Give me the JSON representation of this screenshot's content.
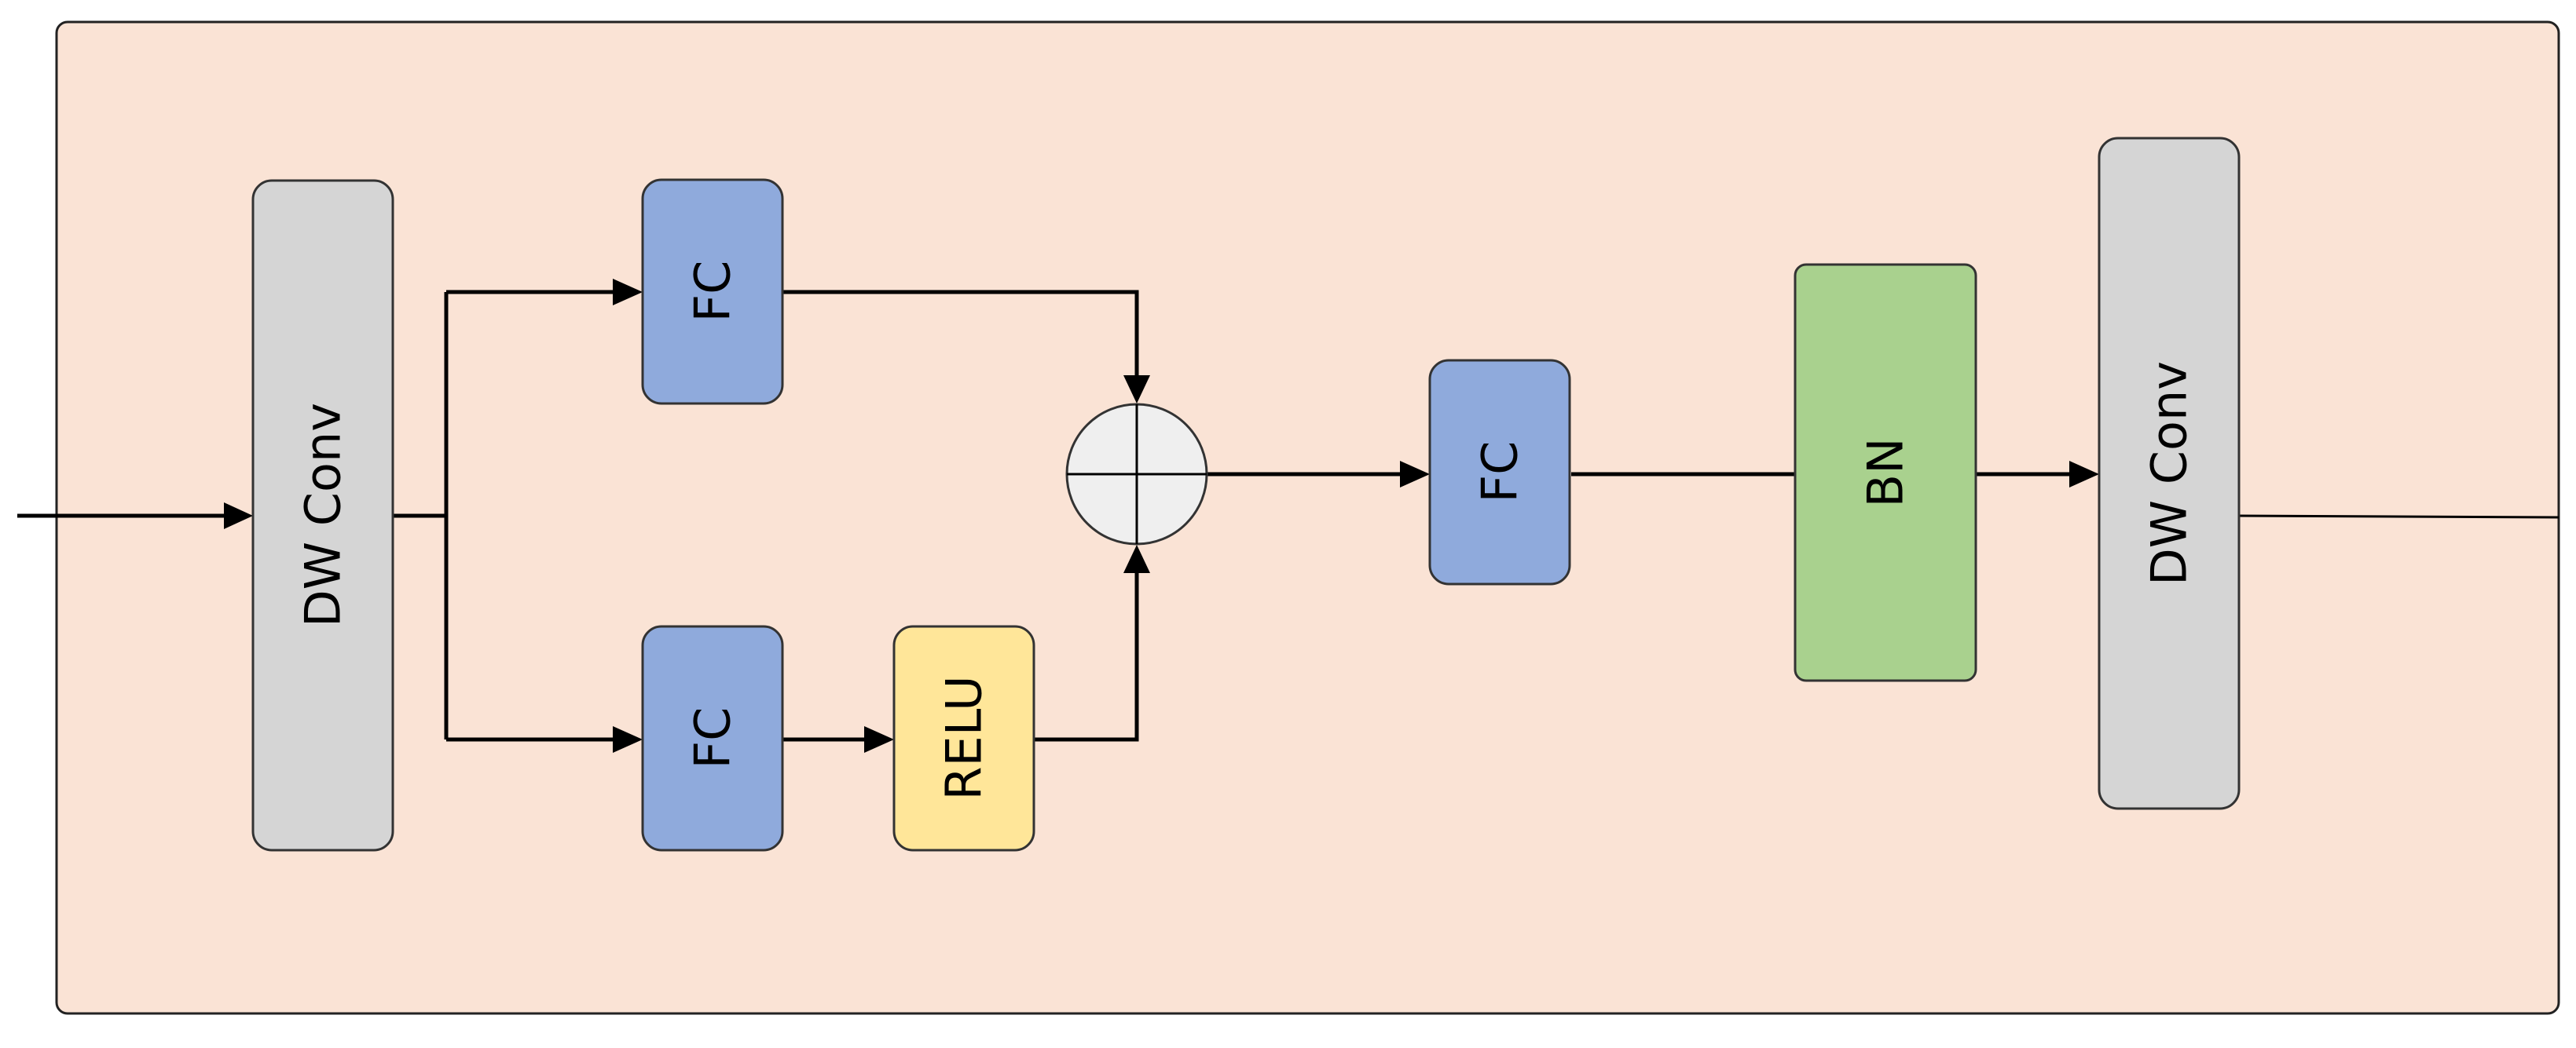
{
  "diagram": {
    "colors": {
      "background_panel": "#fae3d5",
      "dw_conv_fill": "#d5d5d5",
      "fc_fill": "#8faadc",
      "relu_fill": "#ffe699",
      "bn_fill": "#a9d18e",
      "sum_fill": "#efefef",
      "stroke": "#000000"
    },
    "blocks": {
      "dw_conv_1": {
        "label": "DW Conv"
      },
      "fc_top": {
        "label": "FC"
      },
      "fc_bottom": {
        "label": "FC"
      },
      "relu": {
        "label": "RELU"
      },
      "fc_mid": {
        "label": "FC"
      },
      "bn": {
        "label": "BN"
      },
      "dw_conv_2": {
        "label": "DW Conv"
      }
    },
    "sum_node": {
      "symbol": "plus-in-circle"
    }
  }
}
